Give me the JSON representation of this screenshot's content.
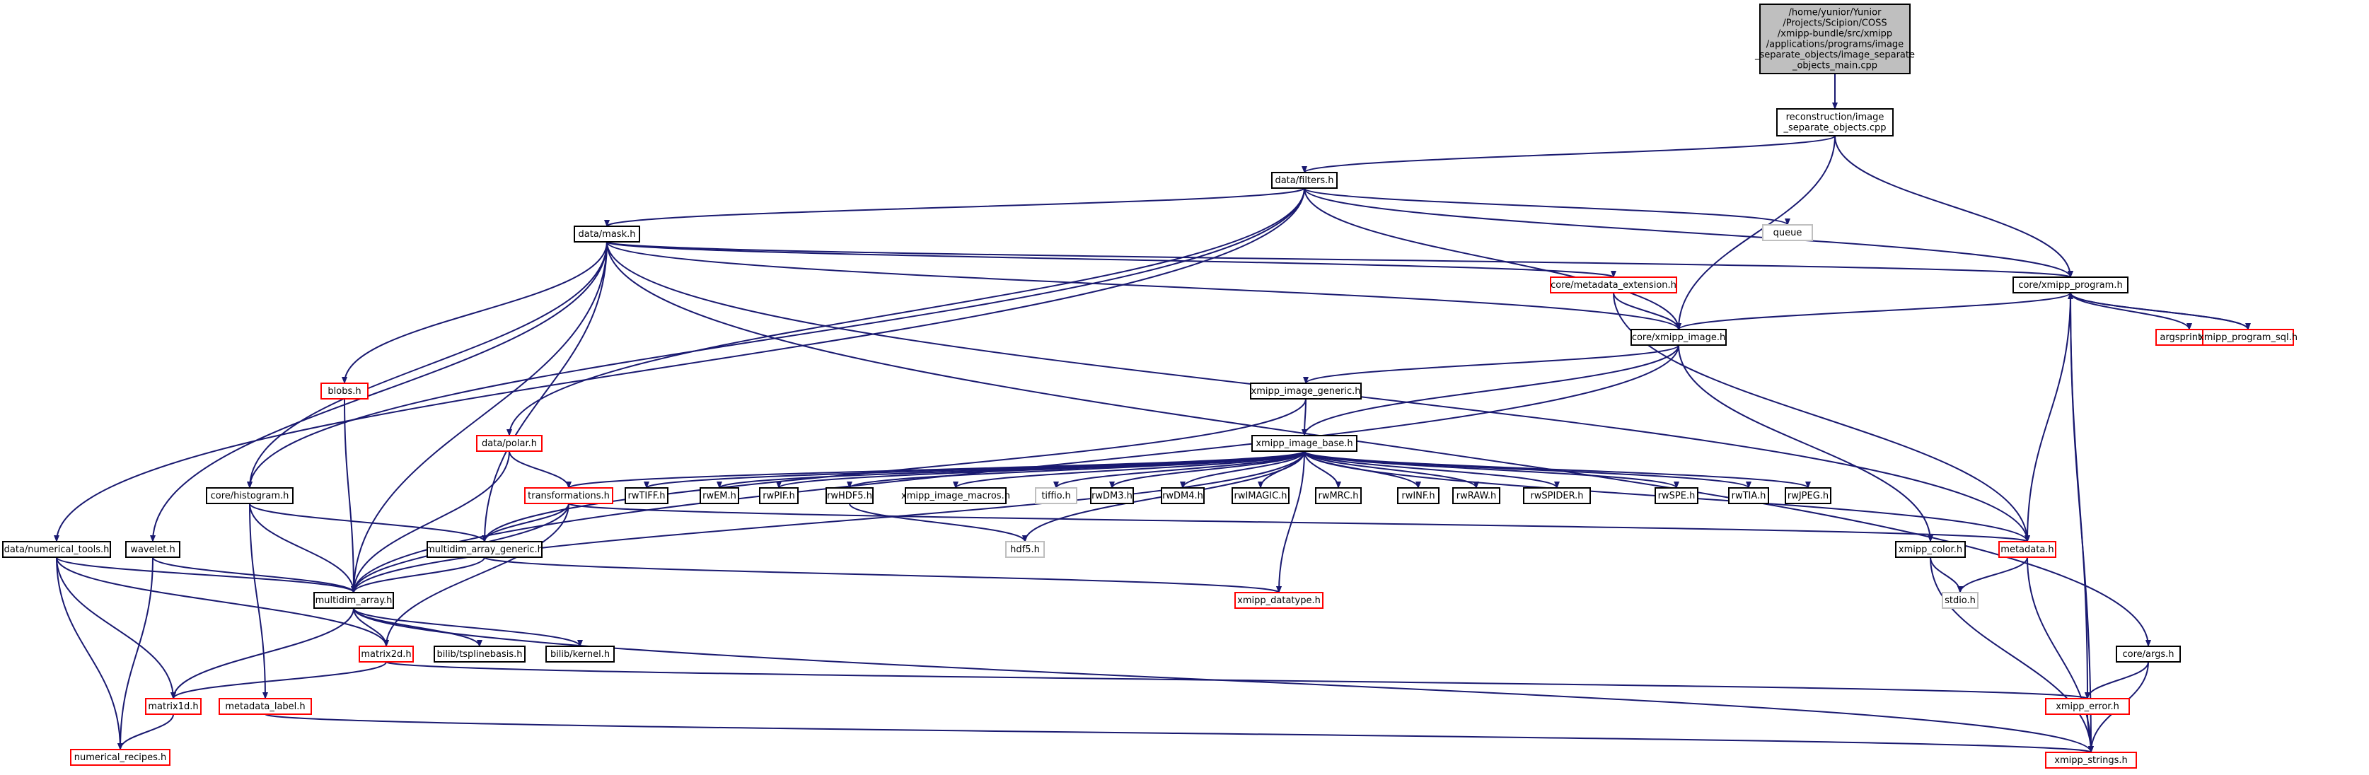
{
  "colors": {
    "edge": "#191970",
    "root_fill": "#bfbfbf",
    "box_stroke": "#000000",
    "red_stroke": "#ff0000",
    "gray_stroke": "#bfbfbf",
    "fill": "#ffffff"
  },
  "nodes": {
    "root": {
      "lines": [
        "/home/yunior/Yunior",
        "/Projects/Scipion/COSS",
        "/xmipp-bundle/src/xmipp",
        "/applications/programs/image",
        "_separate_objects/image_separate",
        "_objects_main.cpp"
      ],
      "kind": "root"
    },
    "image_separate_objects_cpp": {
      "lines": [
        "reconstruction/image",
        "_separate_objects.cpp"
      ],
      "kind": "normal"
    },
    "filters_h": {
      "lines": [
        "data/filters.h"
      ],
      "kind": "normal"
    },
    "queue": {
      "lines": [
        "queue"
      ],
      "kind": "gray"
    },
    "mask_h": {
      "lines": [
        "data/mask.h"
      ],
      "kind": "normal"
    },
    "metadata_extension_h": {
      "lines": [
        "core/metadata_extension.h"
      ],
      "kind": "red"
    },
    "xmipp_program_h": {
      "lines": [
        "core/xmipp_program.h"
      ],
      "kind": "normal"
    },
    "argsprinter_h": {
      "lines": [
        "argsprinter.h"
      ],
      "kind": "red"
    },
    "xmipp_program_sql_h": {
      "lines": [
        "xmipp_program_sql.h"
      ],
      "kind": "red"
    },
    "xmipp_image_h": {
      "lines": [
        "core/xmipp_image.h"
      ],
      "kind": "normal"
    },
    "blobs_h": {
      "lines": [
        "blobs.h"
      ],
      "kind": "red"
    },
    "xmipp_image_generic_h": {
      "lines": [
        "xmipp_image_generic.h"
      ],
      "kind": "normal"
    },
    "polar_h": {
      "lines": [
        "data/polar.h"
      ],
      "kind": "red"
    },
    "xmipp_image_base_h": {
      "lines": [
        "xmipp_image_base.h"
      ],
      "kind": "normal"
    },
    "histogram_h": {
      "lines": [
        "core/histogram.h"
      ],
      "kind": "normal"
    },
    "transformations_h": {
      "lines": [
        "transformations.h"
      ],
      "kind": "red"
    },
    "rwTIFF_h": {
      "lines": [
        "rwTIFF.h"
      ],
      "kind": "normal"
    },
    "rwEM_h": {
      "lines": [
        "rwEM.h"
      ],
      "kind": "normal"
    },
    "rwPIF_h": {
      "lines": [
        "rwPIF.h"
      ],
      "kind": "normal"
    },
    "rwHDF5_h": {
      "lines": [
        "rwHDF5.h"
      ],
      "kind": "normal"
    },
    "xmipp_image_macros_h": {
      "lines": [
        "xmipp_image_macros.h"
      ],
      "kind": "normal"
    },
    "tiffio_h": {
      "lines": [
        "tiffio.h"
      ],
      "kind": "gray"
    },
    "rwDM3_h": {
      "lines": [
        "rwDM3.h"
      ],
      "kind": "normal"
    },
    "rwDM4_h": {
      "lines": [
        "rwDM4.h"
      ],
      "kind": "normal"
    },
    "rwIMAGIC_h": {
      "lines": [
        "rwIMAGIC.h"
      ],
      "kind": "normal"
    },
    "rwMRC_h": {
      "lines": [
        "rwMRC.h"
      ],
      "kind": "normal"
    },
    "rwINF_h": {
      "lines": [
        "rwINF.h"
      ],
      "kind": "normal"
    },
    "rwRAW_h": {
      "lines": [
        "rwRAW.h"
      ],
      "kind": "normal"
    },
    "rwSPIDER_h": {
      "lines": [
        "rwSPIDER.h"
      ],
      "kind": "normal"
    },
    "rwSPE_h": {
      "lines": [
        "rwSPE.h"
      ],
      "kind": "normal"
    },
    "rwTIA_h": {
      "lines": [
        "rwTIA.h"
      ],
      "kind": "normal"
    },
    "rwJPEG_h": {
      "lines": [
        "rwJPEG.h"
      ],
      "kind": "normal"
    },
    "numerical_tools_h": {
      "lines": [
        "data/numerical_tools.h"
      ],
      "kind": "normal"
    },
    "wavelet_h": {
      "lines": [
        "wavelet.h"
      ],
      "kind": "normal"
    },
    "multidim_array_generic_h": {
      "lines": [
        "multidim_array_generic.h"
      ],
      "kind": "normal"
    },
    "hdf5_h": {
      "lines": [
        "hdf5.h"
      ],
      "kind": "gray"
    },
    "xmipp_color_h": {
      "lines": [
        "xmipp_color.h"
      ],
      "kind": "normal"
    },
    "metadata_h": {
      "lines": [
        "metadata.h"
      ],
      "kind": "red"
    },
    "multidim_array_h": {
      "lines": [
        "multidim_array.h"
      ],
      "kind": "normal"
    },
    "xmipp_datatype_h": {
      "lines": [
        "xmipp_datatype.h"
      ],
      "kind": "red"
    },
    "stdio_h": {
      "lines": [
        "stdio.h"
      ],
      "kind": "gray"
    },
    "matrix2d_h": {
      "lines": [
        "matrix2d.h"
      ],
      "kind": "red"
    },
    "tsplinebasis_h": {
      "lines": [
        "bilib/tsplinebasis.h"
      ],
      "kind": "normal"
    },
    "kernel_h": {
      "lines": [
        "bilib/kernel.h"
      ],
      "kind": "normal"
    },
    "args_h": {
      "lines": [
        "core/args.h"
      ],
      "kind": "normal"
    },
    "matrix1d_h": {
      "lines": [
        "matrix1d.h"
      ],
      "kind": "red"
    },
    "metadata_label_h": {
      "lines": [
        "metadata_label.h"
      ],
      "kind": "red"
    },
    "xmipp_error_h": {
      "lines": [
        "xmipp_error.h"
      ],
      "kind": "red"
    },
    "numerical_recipes_h": {
      "lines": [
        "numerical_recipes.h"
      ],
      "kind": "red"
    },
    "xmipp_strings_h": {
      "lines": [
        "xmipp_strings.h"
      ],
      "kind": "red"
    }
  },
  "edges": [
    [
      "root",
      "image_separate_objects_cpp"
    ],
    [
      "image_separate_objects_cpp",
      "filters_h"
    ],
    [
      "image_separate_objects_cpp",
      "xmipp_image_h"
    ],
    [
      "image_separate_objects_cpp",
      "xmipp_program_h"
    ],
    [
      "filters_h",
      "mask_h"
    ],
    [
      "filters_h",
      "queue"
    ],
    [
      "filters_h",
      "xmipp_program_h"
    ],
    [
      "filters_h",
      "xmipp_image_h"
    ],
    [
      "filters_h",
      "polar_h"
    ],
    [
      "filters_h",
      "histogram_h"
    ],
    [
      "filters_h",
      "numerical_tools_h"
    ],
    [
      "mask_h",
      "metadata_extension_h"
    ],
    [
      "mask_h",
      "xmipp_program_h"
    ],
    [
      "mask_h",
      "xmipp_image_h"
    ],
    [
      "mask_h",
      "blobs_h"
    ],
    [
      "mask_h",
      "histogram_h"
    ],
    [
      "mask_h",
      "wavelet_h"
    ],
    [
      "mask_h",
      "multidim_array_generic_h"
    ],
    [
      "mask_h",
      "multidim_array_h"
    ],
    [
      "mask_h",
      "metadata_h"
    ],
    [
      "mask_h",
      "args_h"
    ],
    [
      "metadata_extension_h",
      "xmipp_image_h"
    ],
    [
      "metadata_extension_h",
      "metadata_h"
    ],
    [
      "xmipp_program_h",
      "xmipp_image_h"
    ],
    [
      "xmipp_program_h",
      "argsprinter_h"
    ],
    [
      "xmipp_program_h",
      "xmipp_program_sql_h"
    ],
    [
      "xmipp_program_h",
      "metadata_h"
    ],
    [
      "xmipp_program_h",
      "xmipp_error_h"
    ],
    [
      "xmipp_program_h",
      "xmipp_strings_h"
    ],
    [
      "xmipp_program_sql_h",
      "xmipp_program_h"
    ],
    [
      "xmipp_image_h",
      "xmipp_image_generic_h"
    ],
    [
      "xmipp_image_h",
      "xmipp_image_base_h"
    ],
    [
      "xmipp_image_h",
      "multidim_array_h"
    ],
    [
      "xmipp_image_h",
      "xmipp_color_h"
    ],
    [
      "blobs_h",
      "multidim_array_h"
    ],
    [
      "xmipp_image_generic_h",
      "xmipp_image_base_h"
    ],
    [
      "xmipp_image_generic_h",
      "multidim_array_generic_h"
    ],
    [
      "polar_h",
      "transformations_h"
    ],
    [
      "polar_h",
      "multidim_array_h"
    ],
    [
      "xmipp_image_base_h",
      "transformations_h"
    ],
    [
      "xmipp_image_base_h",
      "rwTIFF_h"
    ],
    [
      "xmipp_image_base_h",
      "rwEM_h"
    ],
    [
      "xmipp_image_base_h",
      "rwPIF_h"
    ],
    [
      "xmipp_image_base_h",
      "rwHDF5_h"
    ],
    [
      "xmipp_image_base_h",
      "xmipp_image_macros_h"
    ],
    [
      "xmipp_image_base_h",
      "tiffio_h"
    ],
    [
      "xmipp_image_base_h",
      "rwDM3_h"
    ],
    [
      "xmipp_image_base_h",
      "rwDM4_h"
    ],
    [
      "xmipp_image_base_h",
      "rwIMAGIC_h"
    ],
    [
      "xmipp_image_base_h",
      "rwMRC_h"
    ],
    [
      "xmipp_image_base_h",
      "rwINF_h"
    ],
    [
      "xmipp_image_base_h",
      "rwRAW_h"
    ],
    [
      "xmipp_image_base_h",
      "rwSPIDER_h"
    ],
    [
      "xmipp_image_base_h",
      "rwSPE_h"
    ],
    [
      "xmipp_image_base_h",
      "rwTIA_h"
    ],
    [
      "xmipp_image_base_h",
      "rwJPEG_h"
    ],
    [
      "xmipp_image_base_h",
      "hdf5_h"
    ],
    [
      "xmipp_image_base_h",
      "metadata_h"
    ],
    [
      "xmipp_image_base_h",
      "xmipp_datatype_h"
    ],
    [
      "xmipp_image_base_h",
      "multidim_array_h"
    ],
    [
      "histogram_h",
      "multidim_array_generic_h"
    ],
    [
      "histogram_h",
      "multidim_array_h"
    ],
    [
      "histogram_h",
      "metadata_label_h"
    ],
    [
      "transformations_h",
      "multidim_array_generic_h"
    ],
    [
      "transformations_h",
      "multidim_array_h"
    ],
    [
      "transformations_h",
      "matrix2d_h"
    ],
    [
      "transformations_h",
      "metadata_h"
    ],
    [
      "rwHDF5_h",
      "hdf5_h"
    ],
    [
      "numerical_tools_h",
      "multidim_array_h"
    ],
    [
      "numerical_tools_h",
      "matrix2d_h"
    ],
    [
      "numerical_tools_h",
      "matrix1d_h"
    ],
    [
      "numerical_tools_h",
      "numerical_recipes_h"
    ],
    [
      "wavelet_h",
      "multidim_array_h"
    ],
    [
      "wavelet_h",
      "numerical_recipes_h"
    ],
    [
      "multidim_array_generic_h",
      "multidim_array_h"
    ],
    [
      "multidim_array_generic_h",
      "xmipp_datatype_h"
    ],
    [
      "xmipp_color_h",
      "stdio_h"
    ],
    [
      "xmipp_color_h",
      "xmipp_strings_h"
    ],
    [
      "metadata_h",
      "stdio_h"
    ],
    [
      "metadata_h",
      "xmipp_strings_h"
    ],
    [
      "multidim_array_h",
      "matrix2d_h"
    ],
    [
      "multidim_array_h",
      "matrix1d_h"
    ],
    [
      "multidim_array_h",
      "tsplinebasis_h"
    ],
    [
      "multidim_array_h",
      "kernel_h"
    ],
    [
      "multidim_array_h",
      "xmipp_strings_h"
    ],
    [
      "matrix2d_h",
      "matrix1d_h"
    ],
    [
      "matrix2d_h",
      "xmipp_error_h"
    ],
    [
      "args_h",
      "xmipp_error_h"
    ],
    [
      "args_h",
      "xmipp_strings_h"
    ],
    [
      "matrix1d_h",
      "numerical_recipes_h"
    ],
    [
      "metadata_label_h",
      "xmipp_strings_h"
    ],
    [
      "xmipp_error_h",
      "xmipp_strings_h"
    ]
  ]
}
